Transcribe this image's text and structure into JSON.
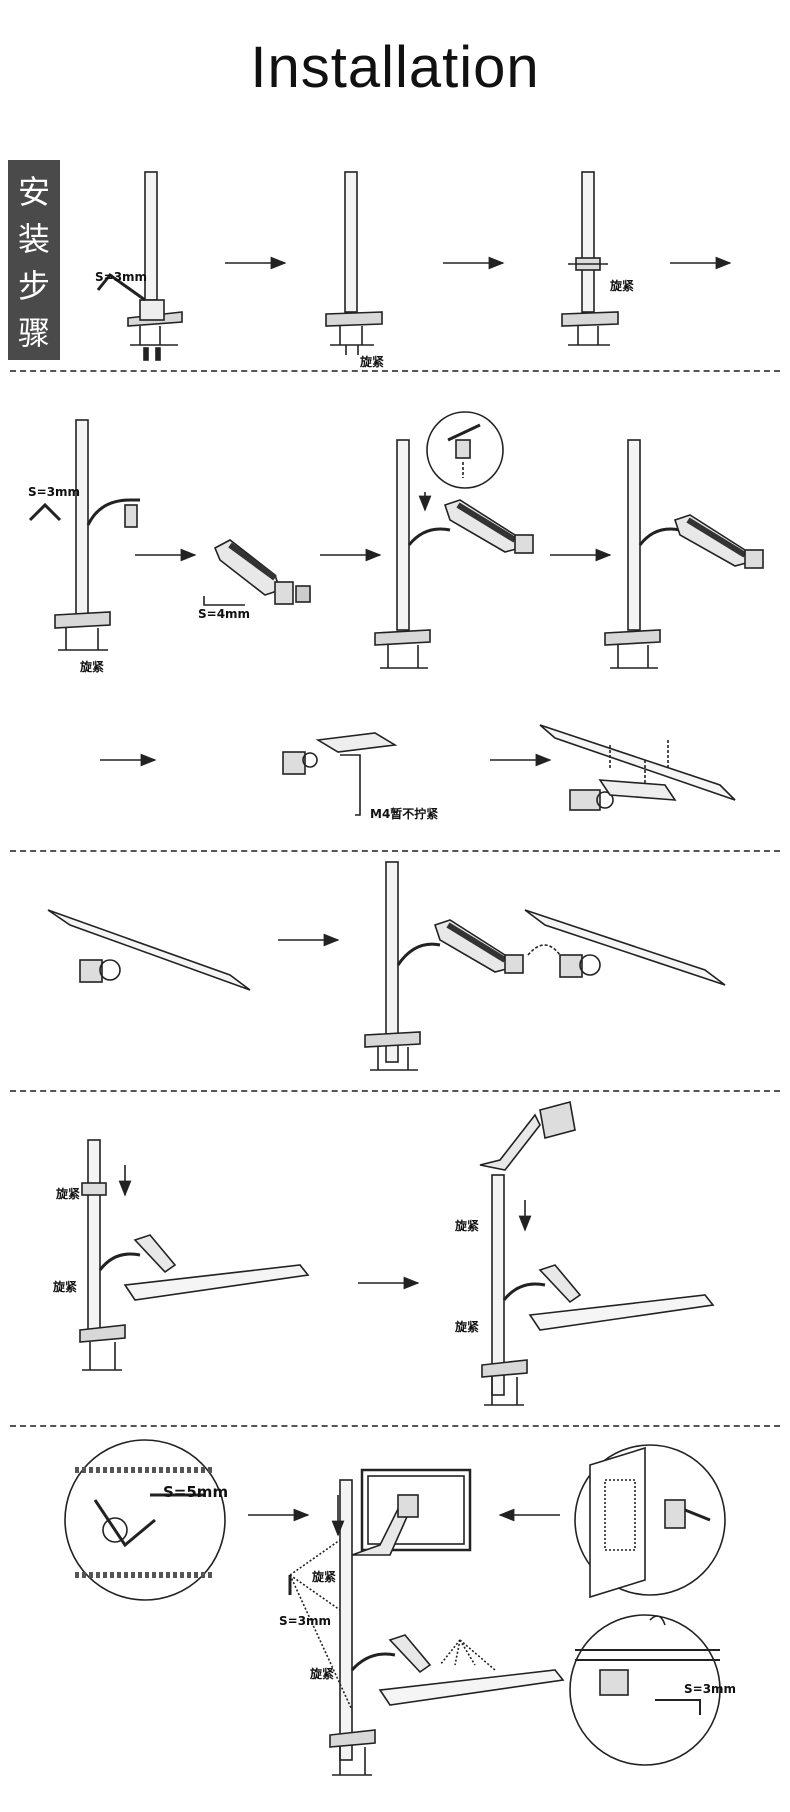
{
  "title": "Installation",
  "side_badge": [
    "安",
    "装",
    "步",
    "骤"
  ],
  "labels": {
    "s3_a": "S=3mm",
    "tighten_a": "旋紧",
    "tighten_b": "旋紧",
    "s3_b": "S=3mm",
    "tighten_c": "旋紧",
    "s4": "S=4mm",
    "m4_note": "M4暂不拧紧",
    "tighten_d": "旋紧",
    "tighten_e": "旋紧",
    "tighten_f": "旋紧",
    "tighten_g": "旋紧",
    "s5": "S=5mm",
    "tighten_h": "旋紧",
    "s3_c": "S=3mm",
    "tighten_i": "旋紧",
    "s3_d": "S=3mm"
  }
}
